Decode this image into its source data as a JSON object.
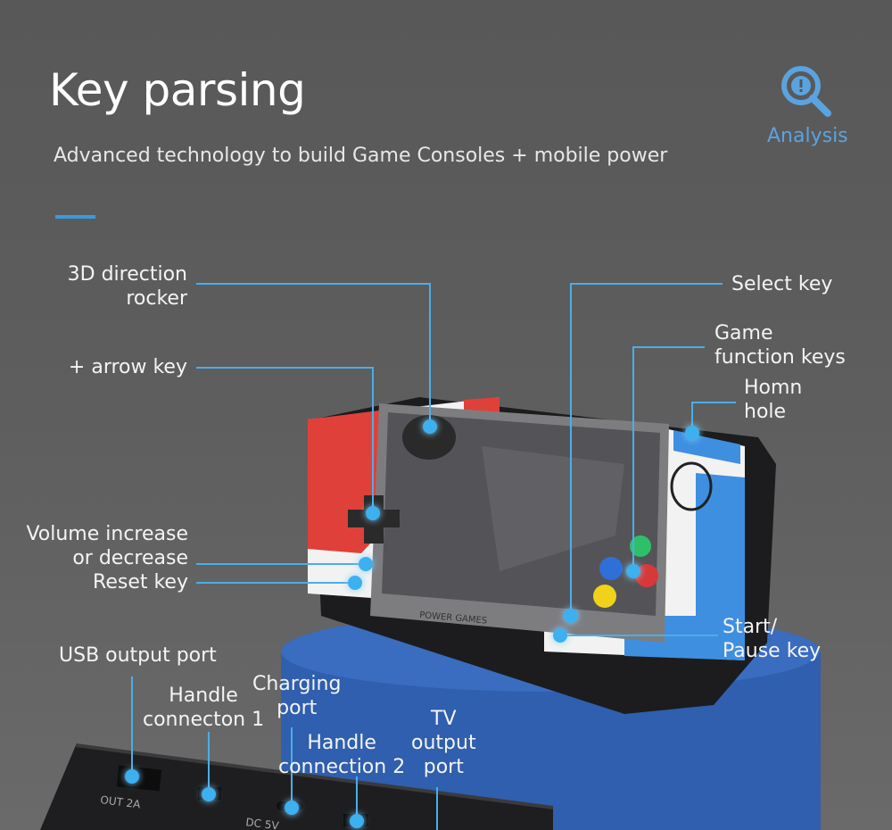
{
  "header": {
    "title": "Key parsing",
    "subtitle": "Advanced technology to build Game Consoles + mobile power"
  },
  "badge": {
    "icon": "magnifier-gear-alert-icon",
    "label": "Analysis"
  },
  "colors": {
    "accent": "#4aaee8",
    "console_red": "#e0403a",
    "console_blue": "#3f8fe0",
    "pedestal": "#2f5fae"
  },
  "labels": {
    "rocker": [
      "3D direction",
      "rocker"
    ],
    "arrow": "+ arrow key",
    "volume": [
      "Volume increase",
      "or decrease"
    ],
    "reset": "Reset key",
    "select": "Select key",
    "function": [
      "Game",
      "function keys"
    ],
    "horn": [
      "Homn",
      "hole"
    ],
    "start": [
      "Start/",
      "Pause key"
    ],
    "usb": "USB output port",
    "handle1": [
      "Handle",
      "connecton 1"
    ],
    "charging": [
      "Charging",
      "port"
    ],
    "handle2": [
      "Handle",
      "connection 2"
    ],
    "tv": [
      "TV",
      "output",
      "port"
    ]
  },
  "device": {
    "brand": "POWER GAMES",
    "ports": {
      "usb": "OUT 2A",
      "dc": "DC 5V"
    }
  }
}
